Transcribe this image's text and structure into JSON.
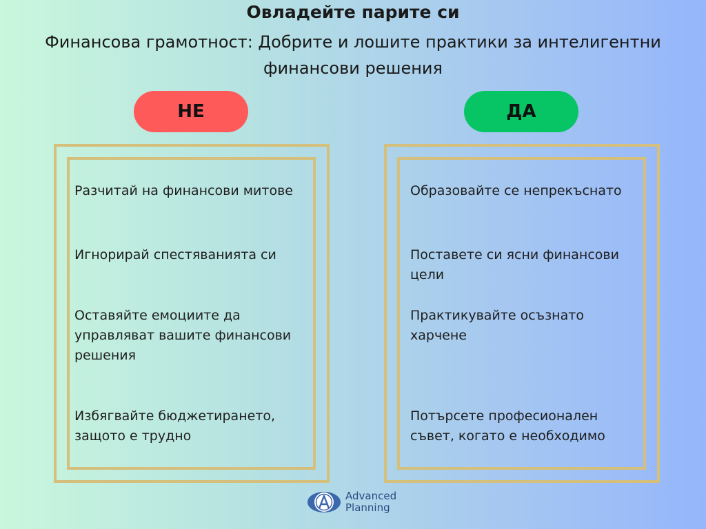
{
  "header": {
    "title": "Овладейте парите си",
    "subtitle_line1": "Финансова грамотност: Добрите и лошите практики за интелигентни",
    "subtitle_line2": "финансови решения"
  },
  "columns": {
    "no": {
      "label": "НЕ",
      "color": "#ff5a5a",
      "items": [
        "Разчитай на финансови митове",
        "Игнорирай спестяванията си",
        "Оставяйте емоциите да управляват вашите финансови решения",
        "Избягвайте бюджетирането, защото е трудно"
      ]
    },
    "yes": {
      "label": "ДА",
      "color": "#07c565",
      "items": [
        "Образовайте се непрекъснато",
        "Поставете си ясни финансови цели",
        "Практикувайте осъзнато харчене",
        "Потърсете професионален съвет, когато е необходимо"
      ]
    }
  },
  "branding": {
    "logo_icon": "advanced-planning-logo",
    "name_line1": "Advanced",
    "name_line2": "Planning"
  },
  "colors": {
    "frame": "#d4bf7c",
    "brand": "#2a4a82"
  }
}
